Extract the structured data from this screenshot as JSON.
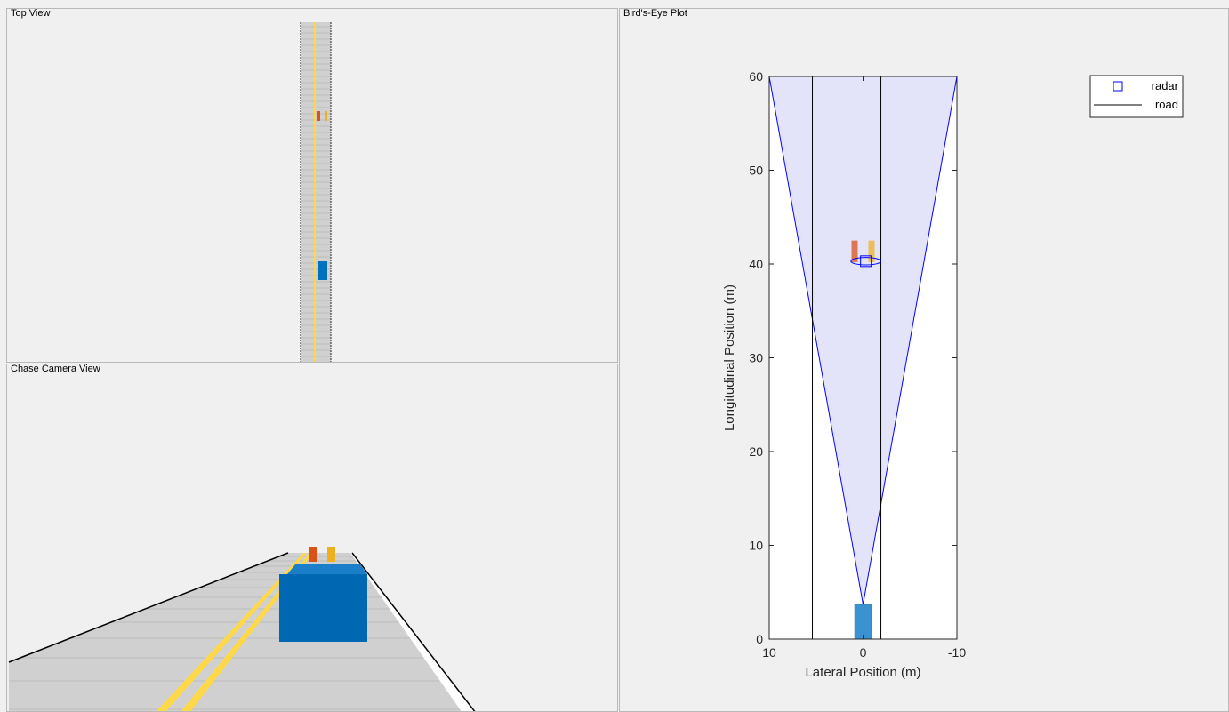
{
  "panels": {
    "top_view": {
      "title": "Top View"
    },
    "chase_view": {
      "title": "Chase Camera View"
    },
    "birds_eye": {
      "title": "Bird's-Eye Plot"
    }
  },
  "colors": {
    "ego_vehicle": "#0072bd",
    "target_red": "#d95319",
    "target_orange": "#edb120",
    "road_surface": "#d0d0d0",
    "lane_marking": "#ffd84a",
    "radar_coverage_fill": "#e3e4fa",
    "radar_coverage_edge": "#0000ff",
    "road_border": "#000000"
  },
  "chart_data": {
    "type": "scatter",
    "title": "",
    "xlabel": "Lateral Position (m)",
    "ylabel": "Longitudinal Position (m)",
    "xlim": [
      10,
      -10
    ],
    "ylim": [
      0,
      60
    ],
    "x_reversed": true,
    "x_ticks": [
      "10",
      "0",
      "-10"
    ],
    "y_ticks": [
      "0",
      "10",
      "20",
      "30",
      "40",
      "50",
      "60"
    ],
    "grid": false,
    "legend": {
      "placement": "top-right",
      "entries": [
        {
          "label": "radar",
          "marker": "square",
          "color": "#0000ff"
        },
        {
          "label": "road",
          "marker": "line",
          "color": "#000000"
        }
      ]
    },
    "radar_coverage": {
      "origin": [
        0,
        3.7
      ],
      "far_left": [
        10,
        60
      ],
      "far_right": [
        -10,
        60
      ]
    },
    "road_borders": [
      {
        "x": 5.4,
        "y": [
          0,
          60
        ]
      },
      {
        "x": -1.9,
        "y": [
          0,
          60
        ]
      }
    ],
    "ego_vehicle": {
      "x": 0,
      "y_start": 0,
      "y_end": 3.7,
      "width": 1.8
    },
    "targets": [
      {
        "name": "target-red",
        "x": 0.9,
        "y_start": 40.2,
        "y_end": 42.5,
        "color": "#d95319"
      },
      {
        "name": "target-orange",
        "x": -0.9,
        "y_start": 40.2,
        "y_end": 42.5,
        "color": "#edb120"
      }
    ],
    "radar_detections": [
      {
        "x": -0.3,
        "y": 40.3
      }
    ],
    "detection_ellipse": {
      "x": -0.3,
      "y": 40.3,
      "rx": 1.6,
      "ry": 0.4
    }
  }
}
